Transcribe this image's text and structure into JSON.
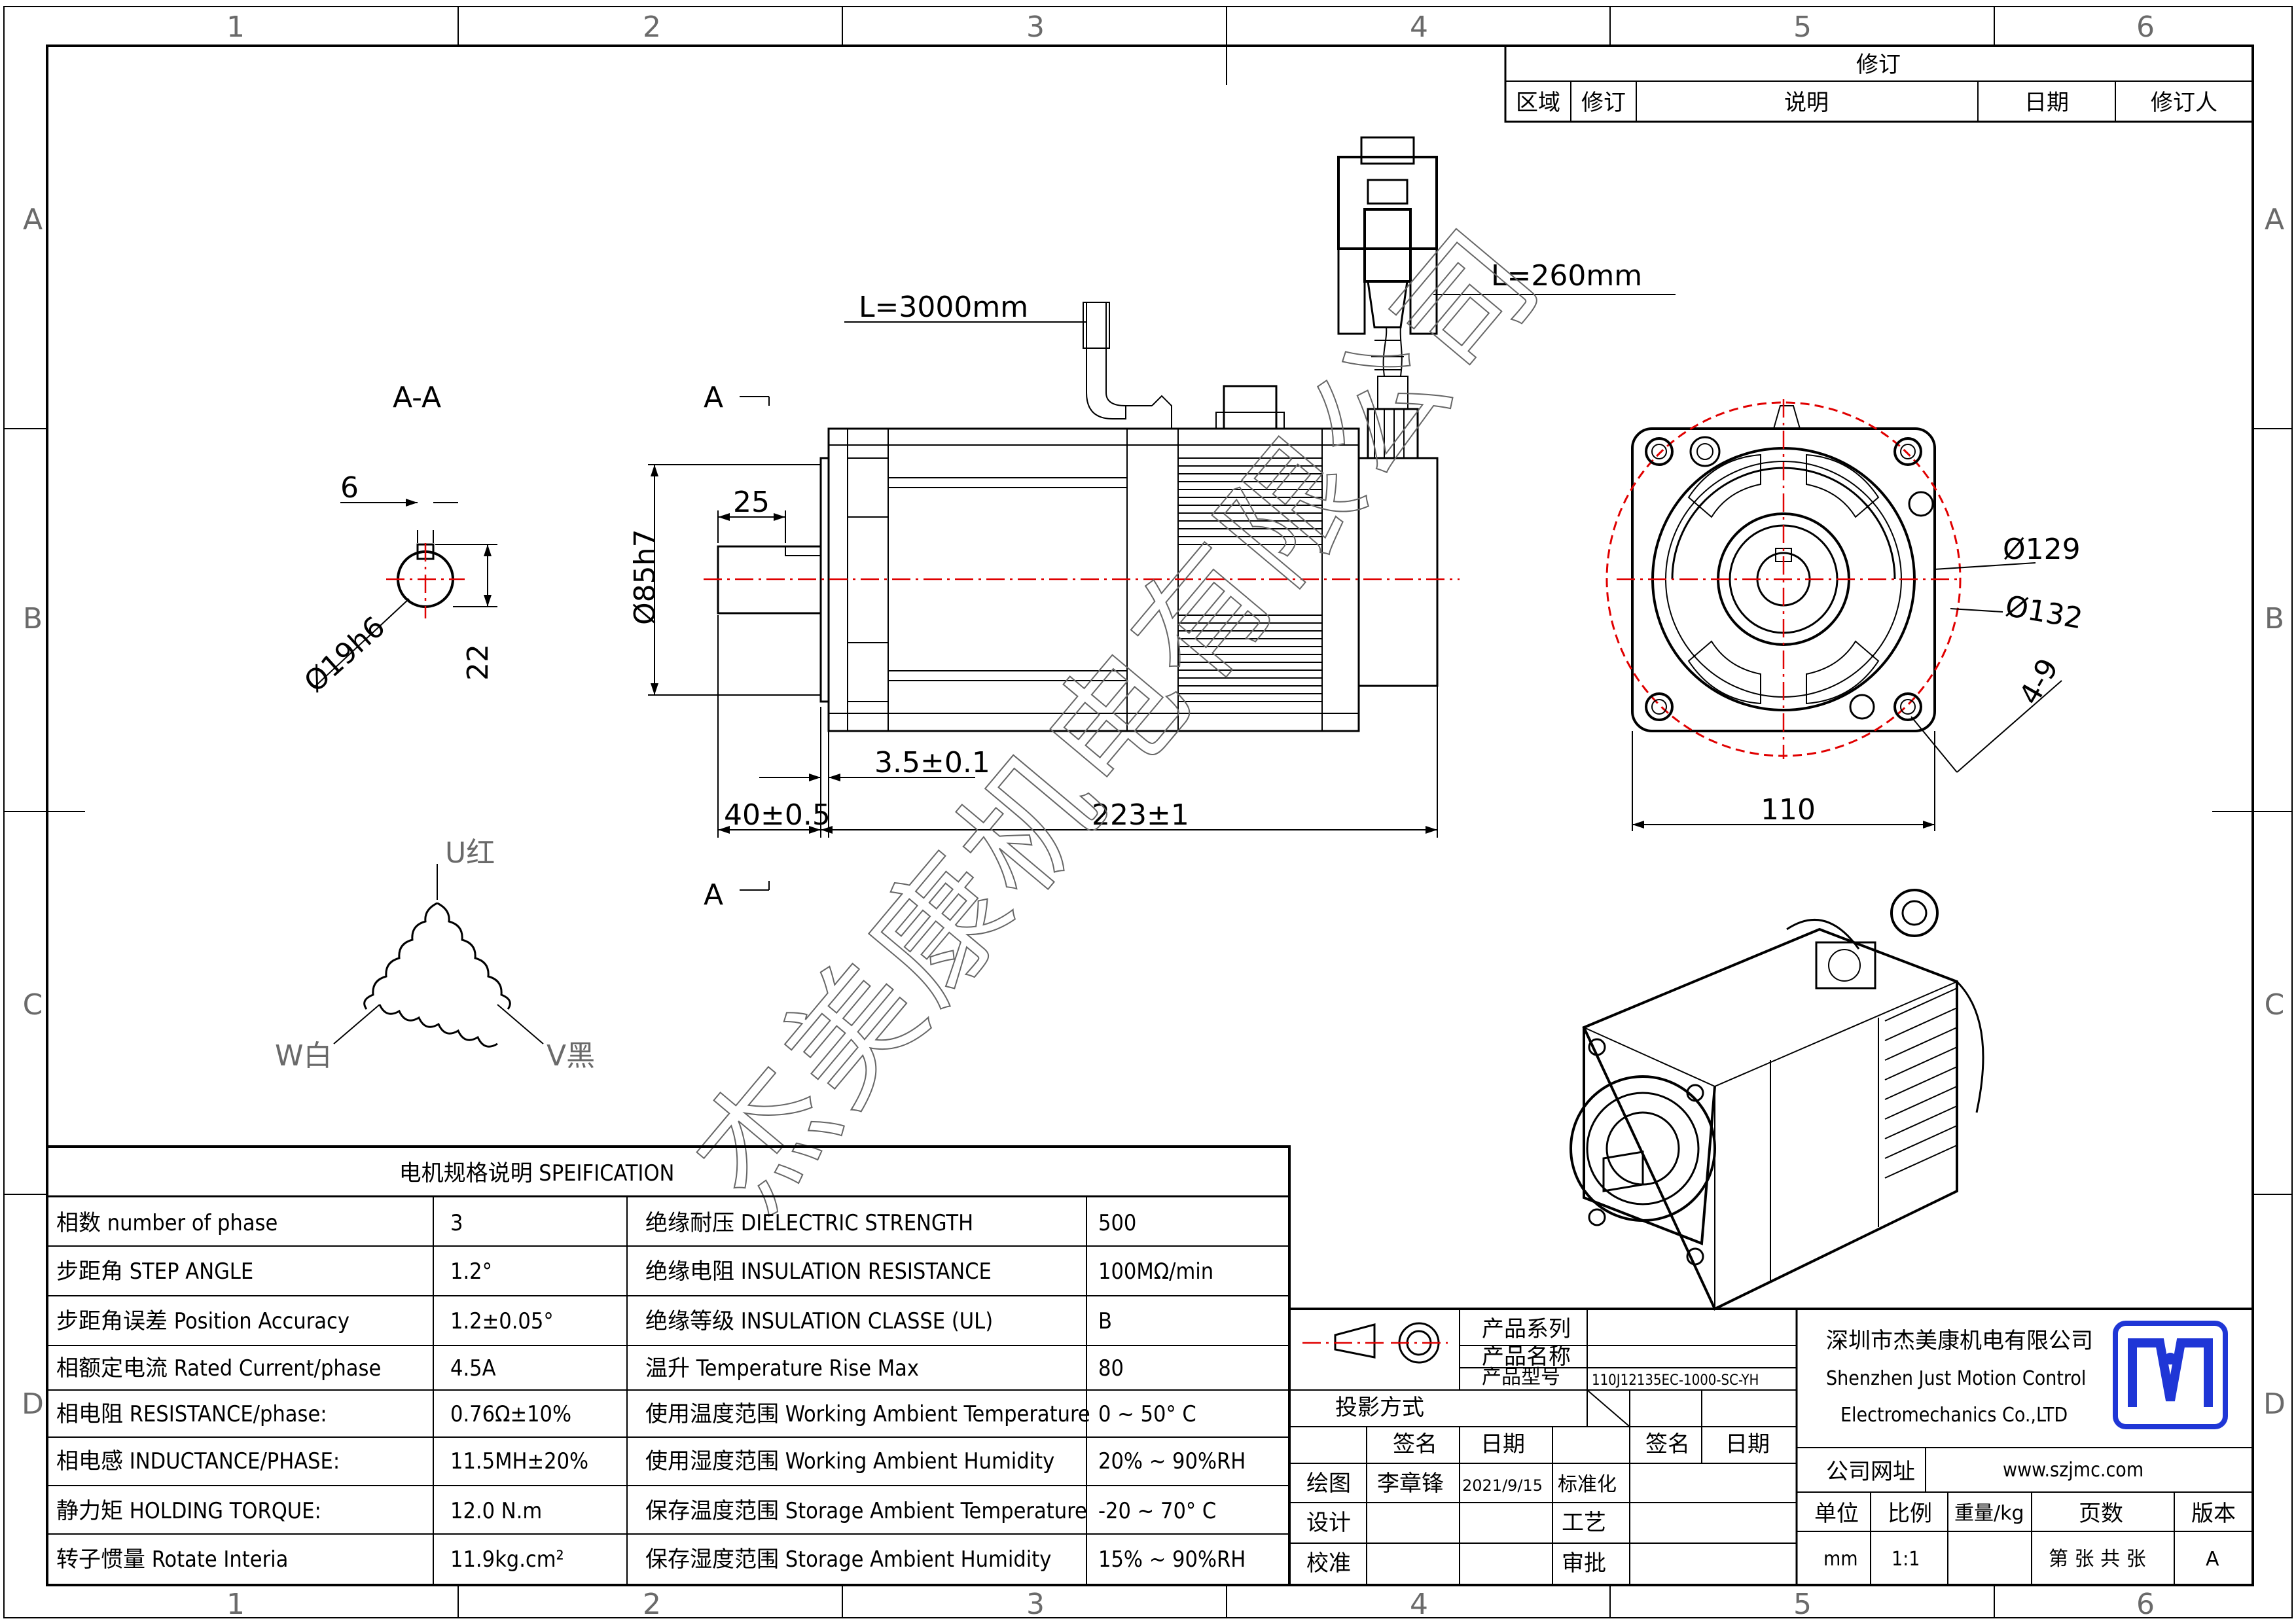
{
  "grid": {
    "columns": [
      "1",
      "2",
      "3",
      "4",
      "5",
      "6"
    ],
    "rows": [
      "A",
      "B",
      "C",
      "D"
    ]
  },
  "revision": {
    "title": "修订",
    "headers": [
      "区域",
      "修订",
      "说明",
      "日期",
      "修订人"
    ]
  },
  "views": {
    "section_label": "A-A",
    "section_marker": "A",
    "shaft_key_width": "6",
    "shaft_height": "22",
    "shaft_diameter": "Ø19h6",
    "cable_length_power": "L=3000mm",
    "cable_length_encoder": "L=260mm",
    "pilot_diameter": "Ø85h7",
    "key_length": "25",
    "flange_thickness": "3.5±0.1",
    "shaft_length": "40±0.5",
    "body_length": "223±1",
    "bolt_circle_inner": "Ø129",
    "bolt_circle_outer": "Ø132",
    "hole_size": "4-9",
    "flange_size": "110"
  },
  "wiring": {
    "u": "U红",
    "v": "V黑",
    "w": "W白"
  },
  "watermark": "杰美康机电有限公司",
  "spec": {
    "title": "电机规格说明 SPEIFICATION",
    "rows": [
      {
        "k1": "相数 number of phase",
        "v1": "3",
        "k2": "绝缘耐压 DIELECTRIC STRENGTH",
        "v2": "500"
      },
      {
        "k1": "步距角 STEP ANGLE",
        "v1": "1.2°",
        "k2": "绝缘电阻 INSULATION RESISTANCE",
        "v2": "100MΩ/min"
      },
      {
        "k1": "步距角误差 Position Accuracy",
        "v1": "1.2±0.05°",
        "k2": "绝缘等级 INSULATION CLASSE (UL)",
        "v2": "B"
      },
      {
        "k1": "相额定电流 Rated Current/phase",
        "v1": "4.5A",
        "k2": "温升 Temperature Rise Max",
        "v2": "80"
      },
      {
        "k1": "相电阻 RESISTANCE/phase:",
        "v1": "0.76Ω±10%",
        "k2": "使用温度范围 Working Ambient Temperature",
        "v2": "0 ~ 50° C"
      },
      {
        "k1": "相电感 INDUCTANCE/PHASE:",
        "v1": "11.5MH±20%",
        "k2": "使用湿度范围 Working Ambient Humidity",
        "v2": "20% ~ 90%RH"
      },
      {
        "k1": "静力矩 HOLDING TORQUE:",
        "v1": "12.0 N.m",
        "k2": "保存温度范围 Storage Ambient Temperature",
        "v2": "-20 ~ 70° C"
      },
      {
        "k1": "转子惯量 Rotate Interia",
        "v1": "11.9kg.cm²",
        "k2": "保存湿度范围 Storage Ambient Humidity",
        "v2": "15% ~ 90%RH"
      }
    ]
  },
  "titleblock": {
    "product_series": "产品系列",
    "product_name": "产品名称",
    "product_model": "产品型号",
    "model_value": "110J12135EC-1000-SC-YH",
    "projection": "投影方式",
    "sign": "签名",
    "date": "日期",
    "sign2": "签名",
    "date2": "日期",
    "drawn": "绘图",
    "drawn_by": "李章锋",
    "drawn_date": "2021/9/15",
    "standard": "标准化",
    "design": "设计",
    "process": "工艺",
    "check": "校准",
    "approve": "审批",
    "company_cn": "深圳市杰美康机电有限公司",
    "company_en1": "Shenzhen Just Motion Control",
    "company_en2": "Electromechanics Co.,LTD",
    "website_label": "公司网址",
    "website": "www.szjmc.com",
    "unit_label": "单位",
    "scale_label": "比例",
    "weight_label": "重量/kg",
    "pages_label": "页数",
    "version_label": "版本",
    "unit": "mm",
    "scale": "1:1",
    "pages": "第 张 共 张",
    "version": "A"
  },
  "colors": {
    "line": "#000000",
    "centerline": "#e00000",
    "logo": "#1f36d6"
  }
}
